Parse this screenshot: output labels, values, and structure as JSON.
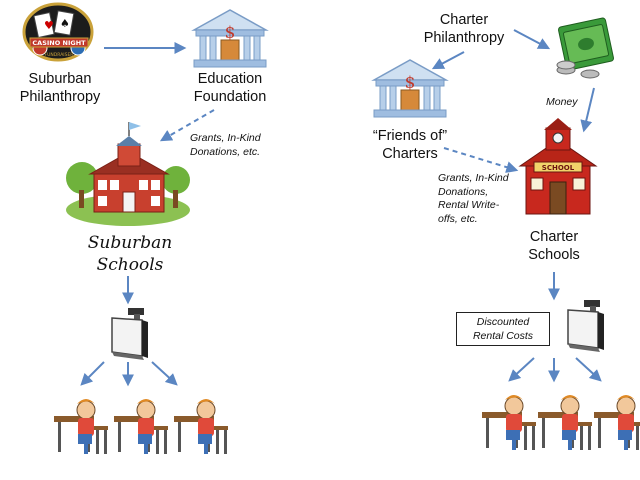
{
  "left": {
    "donor": "Suburban\nPhilanthropy",
    "foundation": "Education\nFoundation",
    "flow_note": "Grants, In-Kind\nDonations, etc.",
    "schools": "Suburban\nSchools",
    "casino_sign": {
      "line1": "CASINO NIGHT",
      "line2": "FUNDRAISER"
    }
  },
  "right": {
    "donor": "Charter\nPhilanthropy",
    "money_note": "Money",
    "friends": "“Friends of”\nCharters",
    "flow_note": "Grants, In-Kind\nDonations,\nRental Write-\noffs, etc.",
    "schools": "Charter\nSchools",
    "school_sign": "SCHOOL",
    "rental_note": "Discounted\nRental Costs"
  },
  "icons": {
    "bank": "bank-building-icon",
    "dollar": "$",
    "money": "money-stack-icon",
    "whiteboard": "interactive-whiteboard-icon",
    "student": "student-at-desk-icon"
  },
  "colors": {
    "arrow": "#5b86c2",
    "bank_blue": "#8fb2d9",
    "dollar": "#c0392b",
    "school_red": "#c8281e",
    "money_green": "#3a9a3a"
  }
}
